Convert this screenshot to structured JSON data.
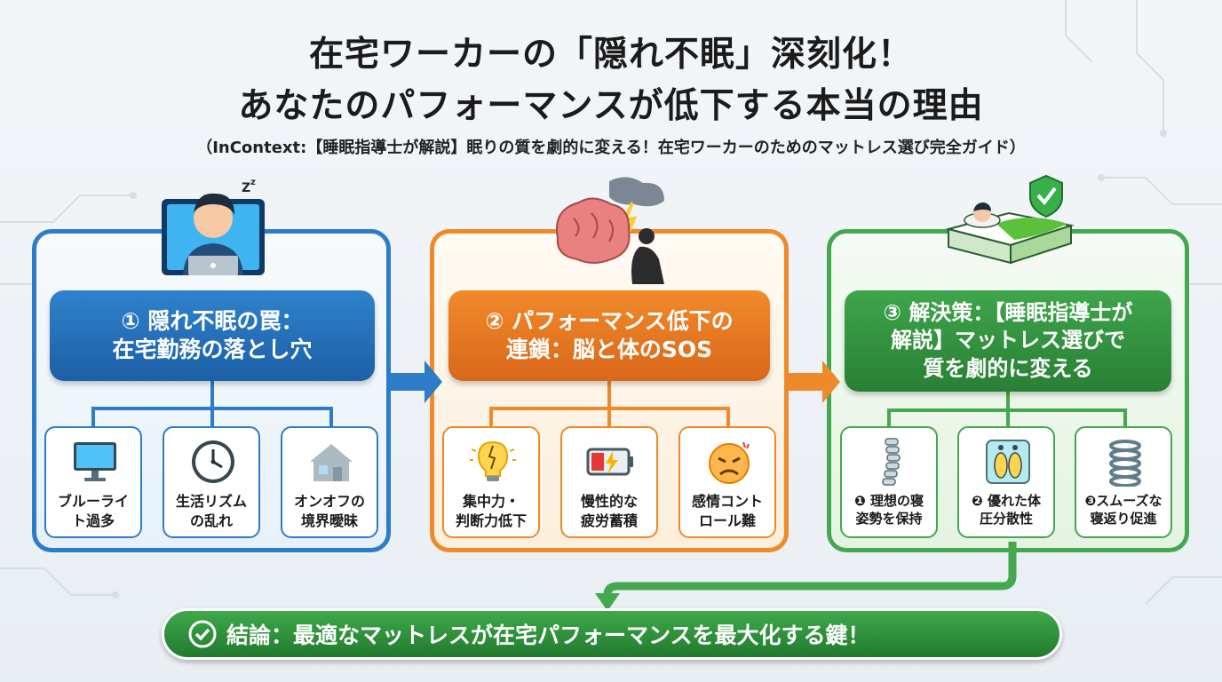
{
  "title_line1": "在宅ワーカーの「隠れ不眠」深刻化！",
  "title_line2": "あなたのパフォーマンスが低下する本当の理由",
  "subtitle": "（InContext:【睡眠指導士が解説】眠りの質を劇的に変える！在宅ワーカーのためのマットレス選び完全ガイド）",
  "panels": [
    {
      "head_line1": "① 隠れ不眠の罠：",
      "head_line2": "在宅勤務の落とし穴",
      "cards": [
        {
          "line1": "ブルーライ",
          "line2": "ト過多",
          "icon": "monitor-icon"
        },
        {
          "line1": "生活リズム",
          "line2": "の乱れ",
          "icon": "clock-icon"
        },
        {
          "line1": "オンオフの",
          "line2": "境界曖昧",
          "icon": "house-icon"
        }
      ]
    },
    {
      "head_line1": "② パフォーマンス低下の",
      "head_line2": "連鎖：脳と体のSOS",
      "cards": [
        {
          "line1": "集中力・",
          "line2": "判断力低下",
          "icon": "broken-lightbulb-icon"
        },
        {
          "line1": "慢性的な",
          "line2": "疲労蓄積",
          "icon": "low-battery-icon"
        },
        {
          "line1": "感情コント",
          "line2": "ロール難",
          "icon": "stressed-face-icon"
        }
      ]
    },
    {
      "head_line1": "③ 解決策：【睡眠指導士が",
      "head_line2": "解説】マットレス選びで",
      "head_line3": "質を劇的に変える",
      "cards": [
        {
          "line1": "❶ 理想の寝",
          "line2": "姿勢を保持",
          "icon": "spine-icon"
        },
        {
          "line1": "❷ 優れた体",
          "line2": "圧分散性",
          "icon": "footprint-icon"
        },
        {
          "line1": "❸スムーズな",
          "line2": "寝返り促進",
          "icon": "spring-coil-icon"
        }
      ]
    }
  ],
  "conclusion": "結論：最適なマットレスが在宅パフォーマンスを最大化する鍵！",
  "colors": {
    "blue": "#2d7cc8",
    "orange": "#ee8a2a",
    "green": "#43a84e"
  }
}
